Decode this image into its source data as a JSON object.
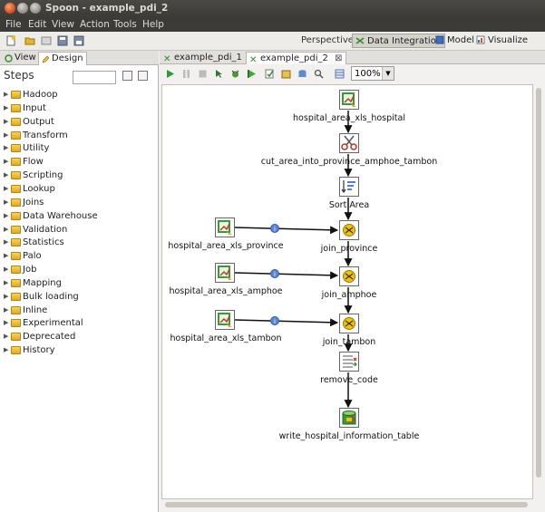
{
  "window": {
    "title": "Spoon - example_pdi_2"
  },
  "menu": [
    "File",
    "Edit",
    "View",
    "Action",
    "Tools",
    "Help"
  ],
  "perspective": {
    "label": "Perspective:",
    "buttons": [
      {
        "label": "Data Integration",
        "active": true
      },
      {
        "label": "Model",
        "active": false
      },
      {
        "label": "Visualize",
        "active": false
      }
    ]
  },
  "left_panel": {
    "tabs": [
      {
        "label": "View",
        "active": false
      },
      {
        "label": "Design",
        "active": true
      }
    ],
    "steps_header": "Steps",
    "search_placeholder": "",
    "tree": [
      "Hadoop",
      "Input",
      "Output",
      "Transform",
      "Utility",
      "Flow",
      "Scripting",
      "Lookup",
      "Joins",
      "Data Warehouse",
      "Validation",
      "Statistics",
      "Palo",
      "Job",
      "Mapping",
      "Bulk loading",
      "Inline",
      "Experimental",
      "Deprecated",
      "History"
    ]
  },
  "editor": {
    "tabs": [
      {
        "label": "example_pdi_1",
        "active": false
      },
      {
        "label": "example_pdi_2",
        "active": true,
        "close": "⊠"
      }
    ],
    "zoom": "100%"
  },
  "steps": [
    {
      "id": "hospital_area_xls_hospital",
      "label": "hospital_area_xls_hospital",
      "kind": "excel-input"
    },
    {
      "id": "cut_area",
      "label": "cut_area_into_province_amphoe_tambon",
      "kind": "scissors"
    },
    {
      "id": "sort_area",
      "label": "Sort Area",
      "kind": "sort"
    },
    {
      "id": "join_province",
      "label": "join_province",
      "kind": "join"
    },
    {
      "id": "hospital_area_xls_province",
      "label": "hospital_area_xls_province",
      "kind": "excel-input"
    },
    {
      "id": "join_amphoe",
      "label": "join_amphoe",
      "kind": "join"
    },
    {
      "id": "hospital_area_xls_amphoe",
      "label": "hospital_area_xls_amphoe",
      "kind": "excel-input"
    },
    {
      "id": "join_tambon",
      "label": "join_tambon",
      "kind": "join"
    },
    {
      "id": "hospital_area_xls_tambon",
      "label": "hospital_area_xls_tambon",
      "kind": "excel-input"
    },
    {
      "id": "remove_code",
      "label": "remove_code",
      "kind": "select-values"
    },
    {
      "id": "write_hospital_information_table",
      "label": "write_hospital_information_table",
      "kind": "table-output"
    }
  ],
  "colors": {
    "titlebar": "#3c3b37",
    "hop": "#111111",
    "info": "#5b86d6"
  }
}
